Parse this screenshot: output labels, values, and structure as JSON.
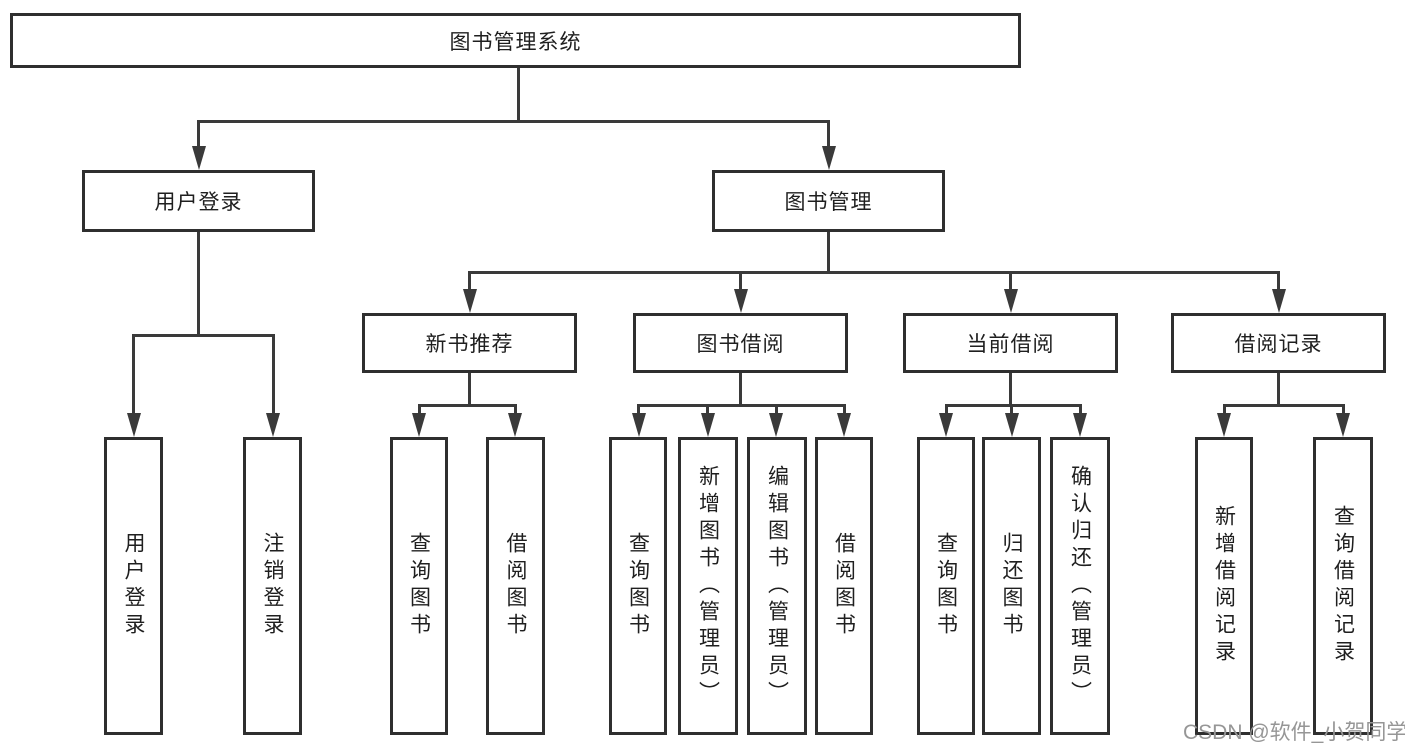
{
  "diagram_title": "图书管理系统",
  "tree": {
    "root": {
      "label": "图书管理系统",
      "children": [
        {
          "label": "用户登录",
          "children": [
            {
              "label": "用户登录"
            },
            {
              "label": "注销登录"
            }
          ]
        },
        {
          "label": "图书管理",
          "children": [
            {
              "label": "新书推荐",
              "children": [
                {
                  "label": "查询图书"
                },
                {
                  "label": "借阅图书"
                }
              ]
            },
            {
              "label": "图书借阅",
              "children": [
                {
                  "label": "查询图书"
                },
                {
                  "label": "新增图书（管理员）"
                },
                {
                  "label": "编辑图书（管理员）"
                },
                {
                  "label": "借阅图书"
                }
              ]
            },
            {
              "label": "当前借阅",
              "children": [
                {
                  "label": "查询图书"
                },
                {
                  "label": "归还图书"
                },
                {
                  "label": "确认归还（管理员）"
                }
              ]
            },
            {
              "label": "借阅记录",
              "children": [
                {
                  "label": "新增借阅记录"
                },
                {
                  "label": "查询借阅记录"
                }
              ]
            }
          ]
        }
      ]
    }
  },
  "watermark": "CSDN @软件_小贺同学",
  "colors": {
    "line": "#3a3a3a",
    "box_border": "#2f2f2f",
    "text": "#1f1f1f",
    "watermark": "#969696",
    "background": "#ffffff"
  }
}
